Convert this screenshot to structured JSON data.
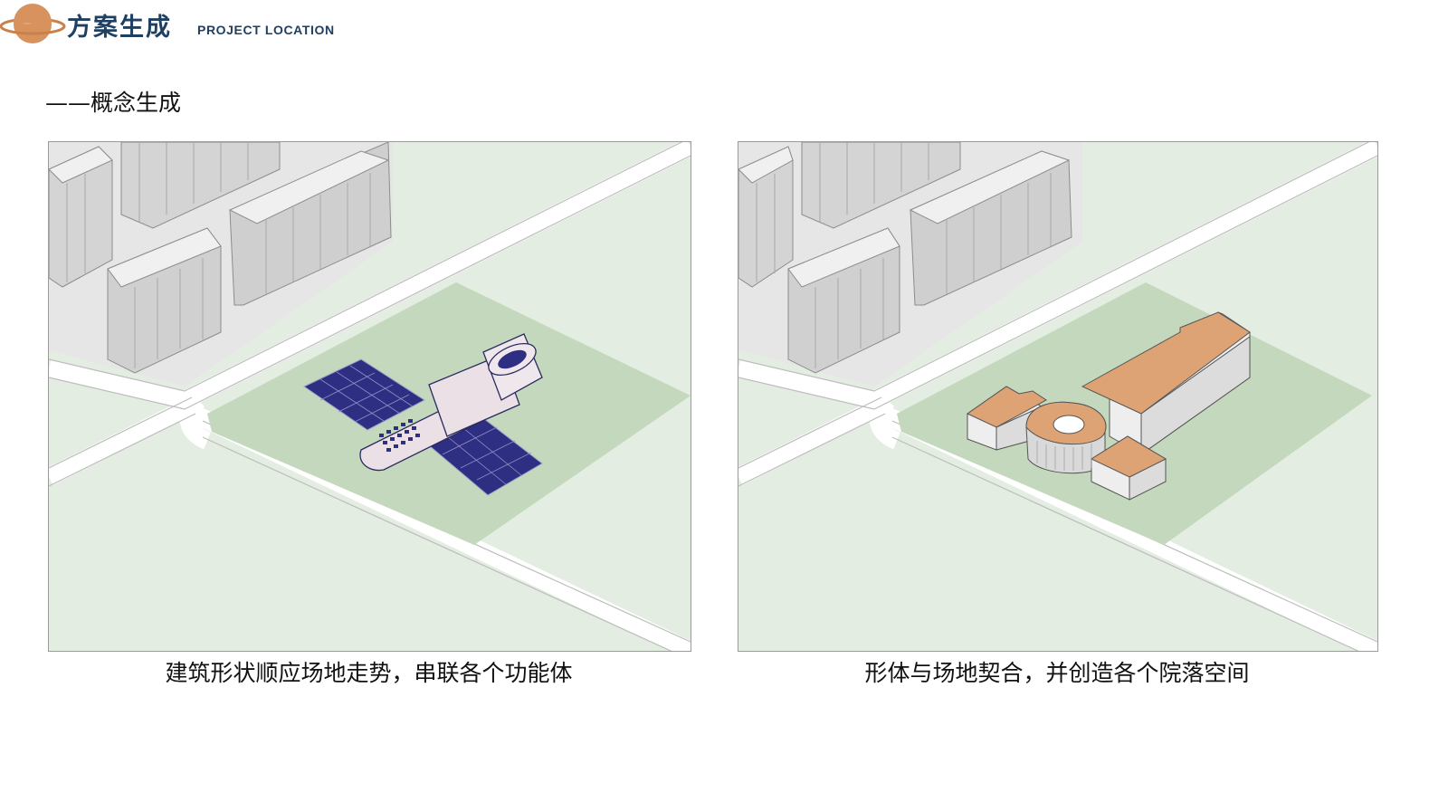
{
  "header": {
    "title_cn": "方案生成",
    "title_en": "PROJECT LOCATION",
    "logo_icon": "planet-icon"
  },
  "section": {
    "title": "——概念生成"
  },
  "panels": [
    {
      "caption": "建筑形状顺应场地走势，串联各个功能体",
      "building": "satellite-shaped-building",
      "colors": {
        "ground": "#e3ede1",
        "site": "#c3d8bc",
        "panel": "#2e2e82",
        "body": "#eae0e6"
      }
    },
    {
      "caption": "形体与场地契合，并创造各个院落空间",
      "building": "courtyard-building-blocks",
      "colors": {
        "ground": "#e3ede1",
        "site": "#c3d8bc",
        "roof": "#dea374",
        "wall": "#eeeeee"
      }
    }
  ],
  "colors": {
    "accent_navy": "#1f4063",
    "planet_orange": "#d8925e"
  }
}
